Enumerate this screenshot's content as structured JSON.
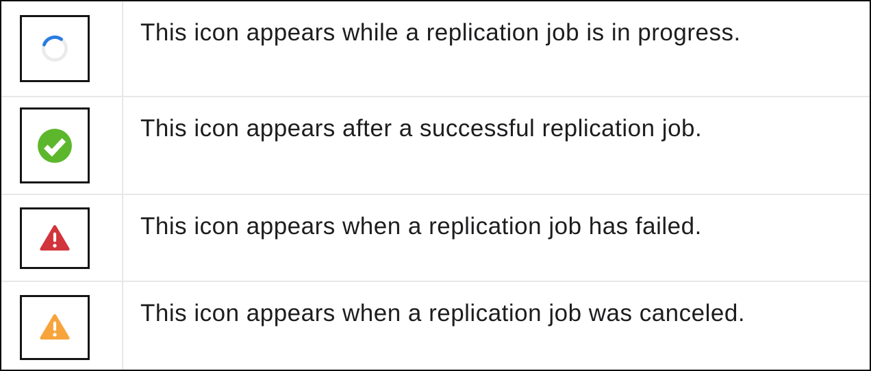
{
  "rows": [
    {
      "icon": "in-progress-spinner-icon",
      "description": "This icon appears while a replication job is in progress."
    },
    {
      "icon": "success-check-icon",
      "description": "This icon appears after a successful replication job."
    },
    {
      "icon": "failed-warning-icon",
      "description": "This icon appears when a replication job has failed."
    },
    {
      "icon": "canceled-warning-icon",
      "description": "This icon appears when a replication job was canceled."
    }
  ],
  "colors": {
    "spinner_track": "#ebebeb",
    "spinner_arc": "#2a7ce1",
    "success_green": "#5cb72c",
    "error_red": "#d2343c",
    "warning_orange": "#f8a43c",
    "glyph_white": "#ffffff"
  }
}
